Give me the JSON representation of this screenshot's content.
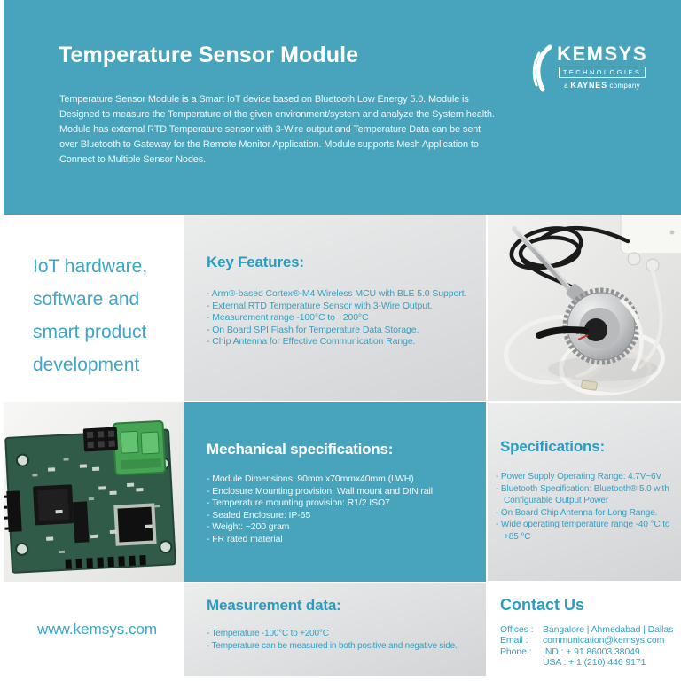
{
  "header": {
    "title": "Temperature Sensor Module",
    "description": "Temperature Sensor Module is a Smart IoT device based on Bluetooth Low Energy 5.0. Module is Designed to measure the Temperature of the given environment/system and analyze the System health. Module has external RTD Temperature sensor with 3-Wire output and Temperature Data can be sent over Bluetooth to Gateway for the Remote Monitor Application. Module supports Mesh Application to Connect to Multiple Sensor Nodes."
  },
  "logo": {
    "wordmark": "KEMSYS",
    "sub": "TECHNOLOGIES",
    "tagline_pre": "a",
    "tagline_brand": "KAYNES",
    "tagline_post": "company"
  },
  "intro": {
    "lines": [
      "IoT hardware,",
      "software and",
      "smart product",
      "development"
    ]
  },
  "key_features": {
    "heading": "Key Features:",
    "items": [
      "- Arm®-based Cortex®-M4 Wireless MCU with BLE 5.0 Support.",
      "- External RTD Temperature Sensor with 3-Wire Output.",
      "- Measurement range -100°C to +200°C",
      "- On Board SPI Flash for Temperature Data Storage.",
      "- Chip Antenna for Effective Communication Range."
    ]
  },
  "mechanical": {
    "heading": "Mechanical specifications:",
    "items": [
      "- Module Dimensions: 90mm x70mmx40mm (LWH)",
      "- Enclosure Mounting provision: Wall mount and DIN rail",
      "- Temperature mounting provision: R1/2 ISO7",
      "- Sealed Enclosure: IP-65",
      "- Weight: ~200 gram",
      "- FR rated material"
    ]
  },
  "specifications": {
    "heading": "Specifications:",
    "items": [
      "- Power Supply Operating Range: 4.7V~6V",
      "- Bluetooth Specification: Bluetooth® 5.0 with Configurable Output Power",
      "- On Board Chip Antenna for Long Range.",
      "- Wide operating temperature range -40 °C to +85 °C"
    ]
  },
  "measurement": {
    "heading": "Measurement data:",
    "items": [
      "- Temperature -100°C to +200°C",
      "- Temperature can be measured in both positive and negative side."
    ]
  },
  "contact": {
    "heading": "Contact Us",
    "rows": [
      {
        "label": "Offices :",
        "value": "Bangalore | Ahmedabad | Dallas"
      },
      {
        "label": "Email :",
        "value": "communication@kemsys.com"
      },
      {
        "label": "Phone :",
        "value": "IND  :  + 91 86003 38049"
      },
      {
        "label": "",
        "value": "USA :  + 1 (210) 446 9171"
      }
    ]
  },
  "footer": {
    "website": "www.kemsys.com"
  },
  "photos": {
    "sensor": "RTD temperature sensor probe with cables and enclosure",
    "pcb": "Temperature sensor module PCB board"
  },
  "colors": {
    "accent_teal": "#48a4bc",
    "heading_teal": "#2b9cc0",
    "panel_gray_light": "#eceded",
    "panel_gray_dark": "#d2d4d6"
  }
}
